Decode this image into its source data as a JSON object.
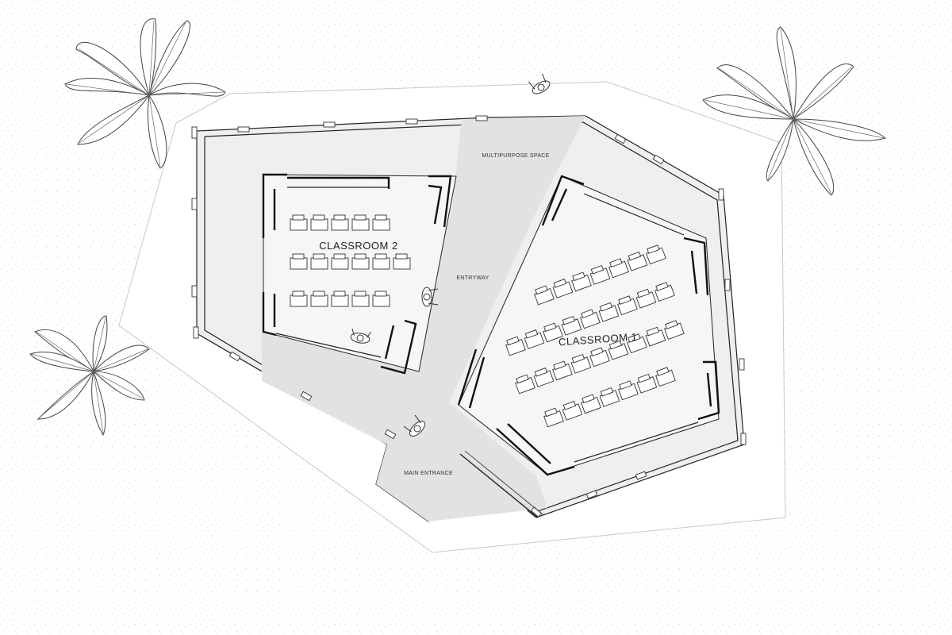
{
  "labels": {
    "classroom_1": "CLASSROOM 1",
    "classroom_2": "CLASSROOM 2",
    "multipurpose": "MULTIPURPOSE SPACE",
    "entryway": "ENTRYWAY",
    "main_entrance": "MAIN ENTRANCE"
  },
  "colors": {
    "ground_speckle": "#bdbdbd",
    "deck_fill": "#eeeeee",
    "circulation_fill": "#e2e2e2",
    "room_fill": "#f4f4f4",
    "line": "#111111"
  },
  "icons": [
    "palm-tree-icon",
    "person-icon",
    "desk-icon"
  ]
}
